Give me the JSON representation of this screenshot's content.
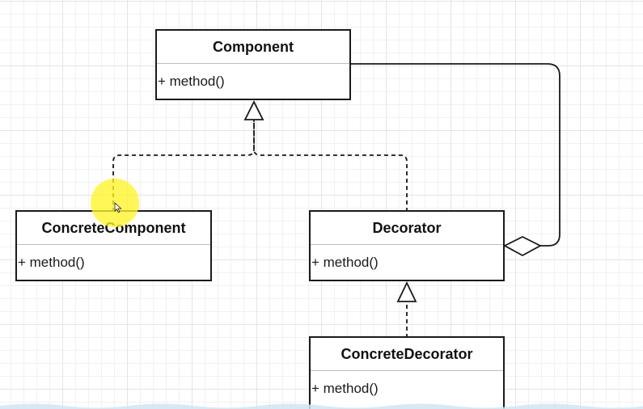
{
  "diagram": {
    "classes": [
      {
        "id": "component",
        "name": "Component",
        "method": "+ method()"
      },
      {
        "id": "concrete-component",
        "name": "ConcreteComponent",
        "method": "+ method()"
      },
      {
        "id": "decorator",
        "name": "Decorator",
        "method": "+ method()"
      },
      {
        "id": "concrete-decorator",
        "name": "ConcreteDecorator",
        "method": "+ method()"
      }
    ],
    "relations": [
      {
        "from": "concrete-component",
        "to": "component",
        "type": "realization"
      },
      {
        "from": "decorator",
        "to": "component",
        "type": "realization"
      },
      {
        "from": "concrete-decorator",
        "to": "decorator",
        "type": "realization"
      },
      {
        "from": "decorator",
        "to": "component",
        "type": "aggregation"
      }
    ]
  },
  "colors": {
    "line": "#1a1a1a",
    "grid": "#e4e4e4",
    "cursor_highlight": "#fff528"
  }
}
